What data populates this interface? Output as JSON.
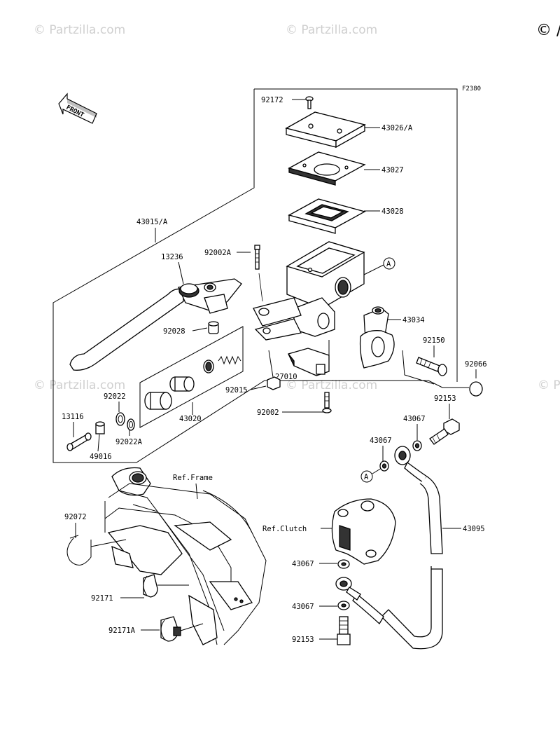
{
  "watermark": {
    "text": "© Partzilla.com",
    "corner_text": "© /"
  },
  "figure_code": "F2380",
  "front_arrow": "FRONT",
  "labels": {
    "p92172": "92172",
    "p43026A": "43026/A",
    "p43027": "43027",
    "p43028": "43028",
    "p43015A": "43015/A",
    "p92002A": "92002A",
    "p13236": "13236",
    "refA1": "A",
    "p43034": "43034",
    "p92028": "92028",
    "p92150": "92150",
    "p92066": "92066",
    "p92022": "92022",
    "p92015": "92015",
    "p27010": "27010",
    "p92153a": "92153",
    "p13116": "13116",
    "p43020": "43020",
    "p92002": "92002",
    "p43067a": "43067",
    "p92022A": "92022A",
    "p49016": "49016",
    "p43067b": "43067",
    "refA2": "A",
    "refFrame": "Ref.Frame",
    "p92072": "92072",
    "refClutch": "Ref.Clutch",
    "p43095": "43095",
    "p43067c": "43067",
    "p92171": "92171",
    "p43067d": "43067",
    "p92171A": "92171A",
    "p92153b": "92153"
  }
}
